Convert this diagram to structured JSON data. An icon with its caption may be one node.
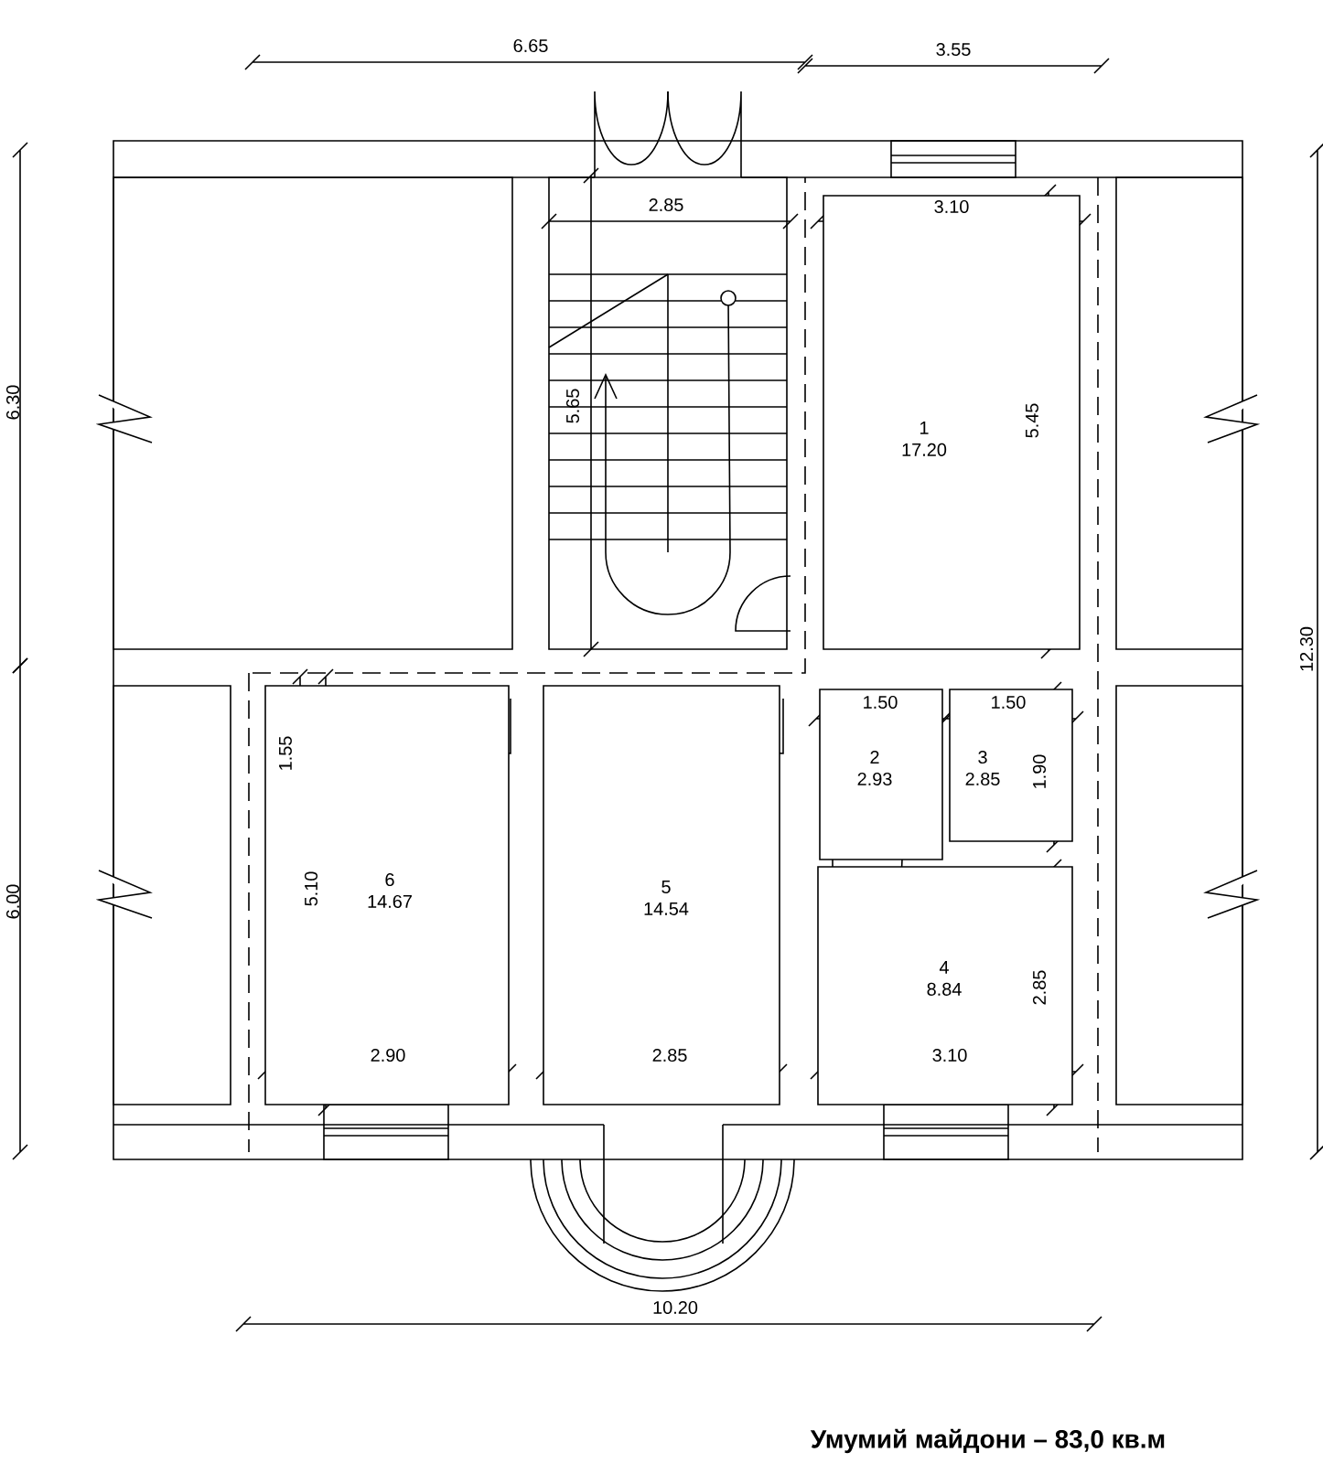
{
  "diagram": {
    "nodes": [
      {
        "text": [
          "1",
          "17.20"
        ]
      },
      {
        "text": [
          "6",
          "14.67"
        ]
      },
      {
        "text": [
          "5",
          "14.54"
        ]
      },
      {
        "text": [
          "2",
          "2.93"
        ]
      },
      {
        "text": [
          "3",
          "2.85"
        ]
      },
      {
        "text": [
          "4",
          "8.84"
        ]
      }
    ],
    "labels": [
      "6.65",
      "3.55",
      "2.85",
      "3.10",
      "6.30",
      "5.65",
      "5.45",
      "12.30",
      "1.50",
      "1.50",
      "1.55",
      "1.90",
      "6.00",
      "5.10",
      "2.85",
      "2.90",
      "2.85",
      "3.10",
      "10.20",
      "Умумий майдони – 83,0 кв.м"
    ]
  }
}
